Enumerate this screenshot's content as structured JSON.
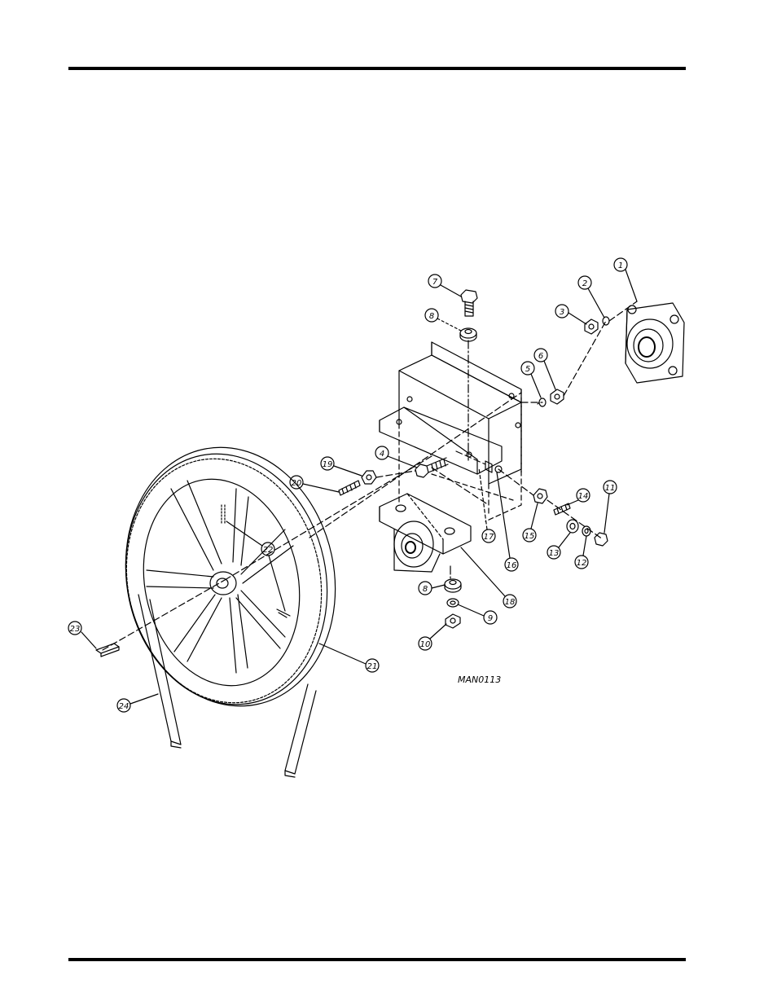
{
  "figure": {
    "drawing_code": "MAN0113",
    "callouts": [
      "1",
      "2",
      "3",
      "4",
      "5",
      "6",
      "7",
      "8",
      "8",
      "9",
      "10",
      "11",
      "12",
      "13",
      "14",
      "15",
      "16",
      "17",
      "18",
      "19",
      "20",
      "21",
      "22",
      "23",
      "24"
    ]
  },
  "colors": {
    "ink": "#000000",
    "paper": "#ffffff"
  }
}
